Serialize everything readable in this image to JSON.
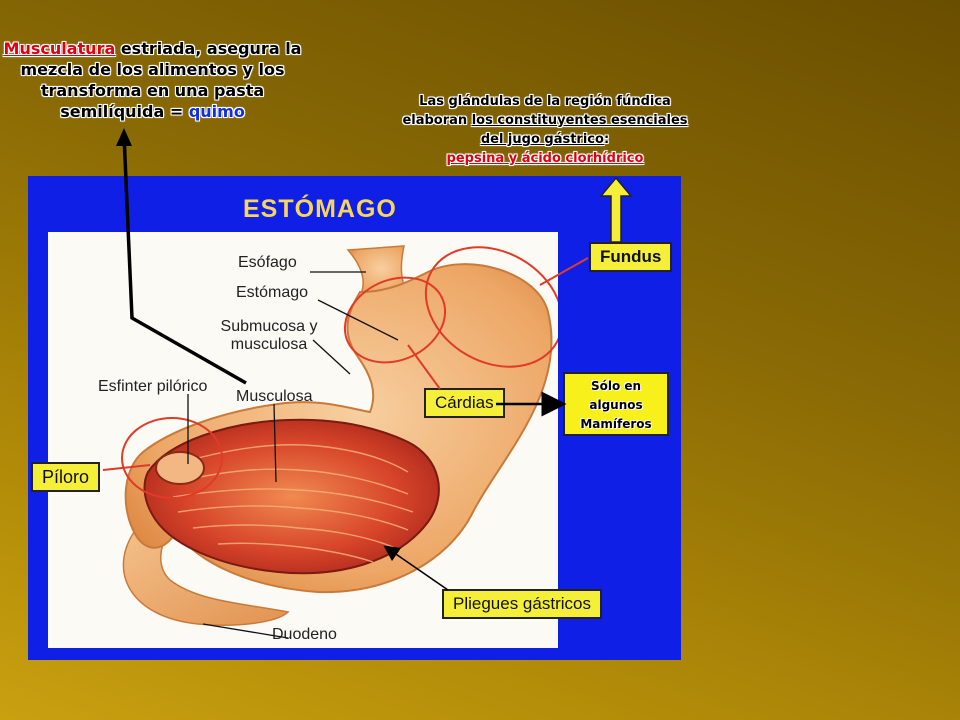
{
  "notes": {
    "muscle": {
      "part1": "Musculatura",
      "part2": " estriada, asegura la mezcla de los alimentos y los transforma en una pasta semilíquida = ",
      "part3": "quimo"
    },
    "glands": {
      "part1": "Las glándulas de la región fúndica elaboran ",
      "part2": "los constituyentes esenciales del jugo gástrico",
      "part3": ":",
      "part4": "pepsina y ácido clorhídrico"
    },
    "mamiferos": "Sólo en algunos Mamíferos"
  },
  "diagram": {
    "title": "ESTÓMAGO",
    "labels": {
      "esofago": "Esófago",
      "estomago": "Estómago",
      "submucosa": "Submucosa y musculosa",
      "esfinter": "Esfinter pilórico",
      "musculosa": "Musculosa",
      "duodeno": "Duodeno"
    },
    "boxes": {
      "fundus": "Fundus",
      "cardias": "Cárdias",
      "piloro": "Píloro",
      "pliegues": "Pliegues gástricos"
    }
  },
  "colors": {
    "panel": "#0f1fe6",
    "highlight": "#f6ef3a",
    "accent_red": "#e00010",
    "accent_blue": "#1030e0"
  }
}
